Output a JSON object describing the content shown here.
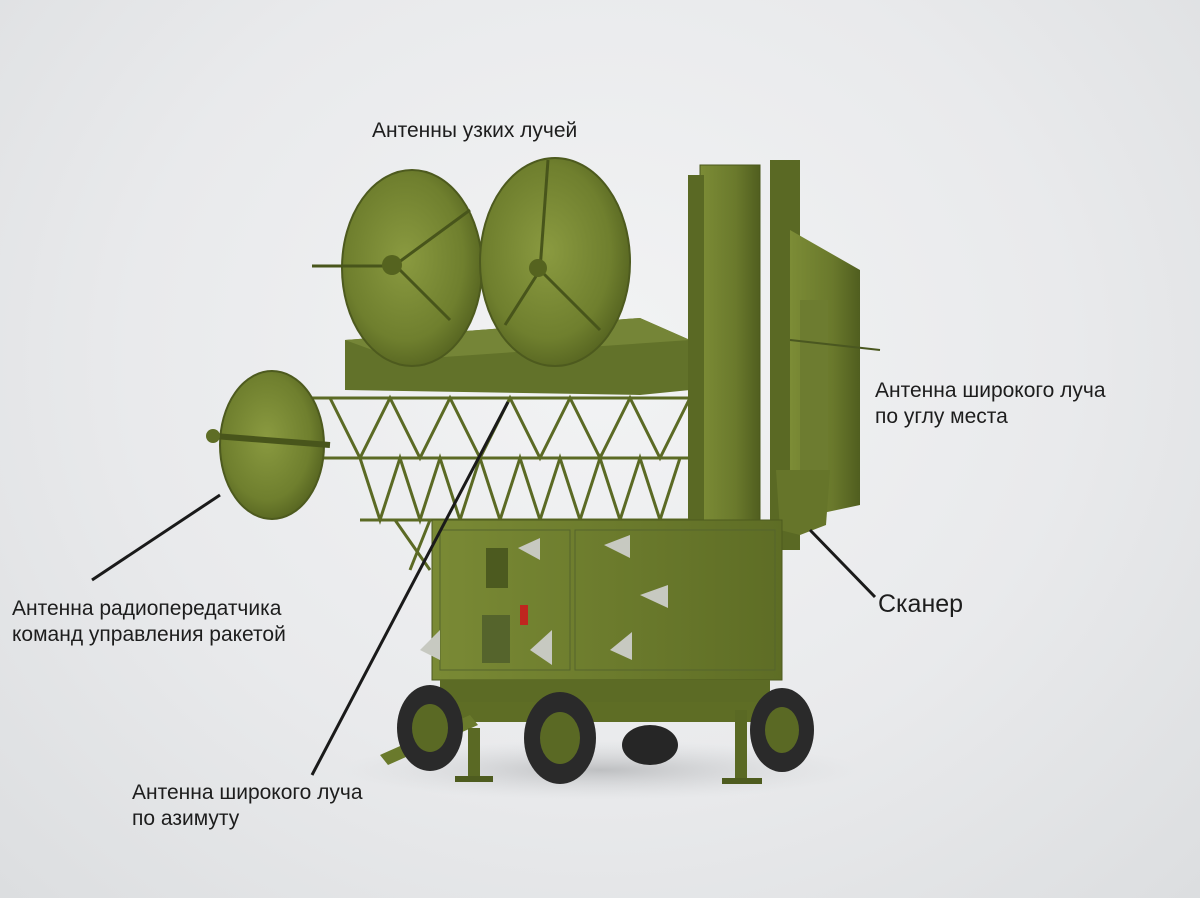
{
  "labels": {
    "narrow_beam_antennas": "Антенны узких лучей",
    "wide_beam_elevation": [
      "Антенна широкого луча",
      "по углу места"
    ],
    "scanner": "Сканер",
    "missile_command_transmitter": [
      "Антенна радиопередатчика",
      "команд управления ракетой"
    ],
    "wide_beam_azimuth": [
      "Антенна широкого луча",
      "по азимуту"
    ]
  },
  "colors": {
    "olive": "#6b7a2e",
    "olive_dark": "#4d5a1e",
    "olive_light": "#86963c",
    "tire": "#2a2a2a",
    "leader_line": "#1a1a1a"
  }
}
